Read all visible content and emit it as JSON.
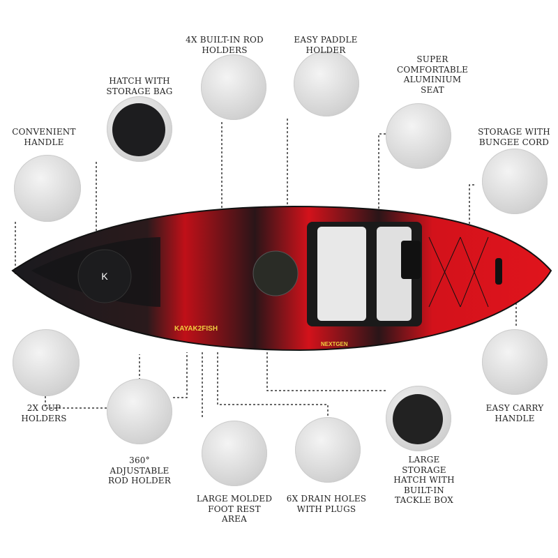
{
  "features": [
    {
      "id": "convenient-handle",
      "lines": [
        "CONVENIENT",
        "HANDLE"
      ]
    },
    {
      "id": "hatch-storage-bag",
      "lines": [
        "HATCH WITH",
        "STORAGE BAG"
      ]
    },
    {
      "id": "rod-holders",
      "lines": [
        "4X BUILT-IN ROD",
        "HOLDERS"
      ]
    },
    {
      "id": "paddle-holder",
      "lines": [
        "EASY PADDLE",
        "HOLDER"
      ]
    },
    {
      "id": "seat",
      "lines": [
        "SUPER",
        "COMFORTABLE",
        "ALUMINIUM",
        "SEAT"
      ]
    },
    {
      "id": "bungee-storage",
      "lines": [
        "STORAGE WITH",
        "BUNGEE CORD"
      ]
    },
    {
      "id": "cup-holders",
      "lines": [
        "2X CUP",
        "HOLDERS"
      ]
    },
    {
      "id": "adjustable-rod-holder",
      "lines": [
        "360°",
        "ADJUSTABLE",
        "ROD HOLDER"
      ]
    },
    {
      "id": "foot-rest",
      "lines": [
        "LARGE MOLDED",
        "FOOT REST",
        "AREA"
      ]
    },
    {
      "id": "drain-holes",
      "lines": [
        "6X DRAIN HOLES",
        "WITH PLUGS"
      ]
    },
    {
      "id": "storage-hatch",
      "lines": [
        "LARGE",
        "STORAGE",
        "HATCH WITH",
        "BUILT-IN",
        "TACKLE BOX"
      ]
    },
    {
      "id": "carry-handle",
      "lines": [
        "EASY CARRY",
        "HANDLE"
      ]
    }
  ],
  "kayak": {
    "brand": "KAYAK2FISH",
    "model": "NEXTGEN",
    "hatch_logo": "K"
  },
  "colors": {
    "hull_dark": "#1a1a1e",
    "hull_red": "#d3121b",
    "seat": "#e8e8e8",
    "leader_line": "#333333"
  }
}
